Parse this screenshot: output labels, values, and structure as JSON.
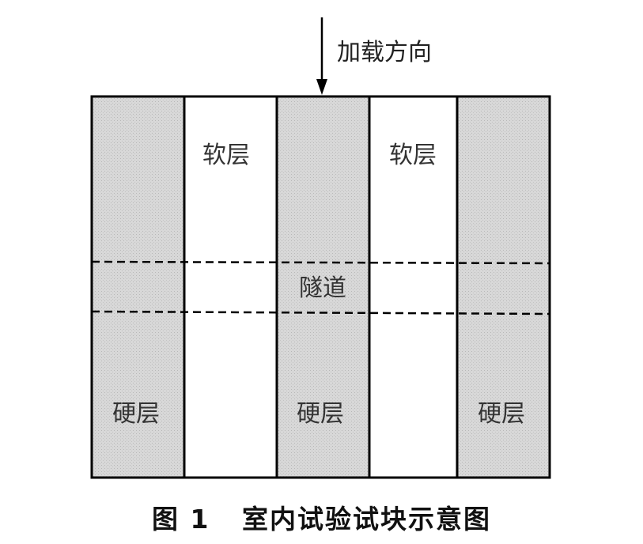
{
  "load_label": "加载方向",
  "layers": [
    {
      "type": "hard",
      "label": "硬层"
    },
    {
      "type": "soft",
      "label": "软层"
    },
    {
      "type": "hard",
      "label": "硬层"
    },
    {
      "type": "soft",
      "label": "软层"
    },
    {
      "type": "hard",
      "label": "硬层"
    }
  ],
  "tunnel_label": "隧道",
  "caption": "图 1   室内试验试块示意图",
  "colors": {
    "hard_fill": "#d6d6d6",
    "soft_fill": "#ffffff",
    "stroke": "#000000"
  }
}
